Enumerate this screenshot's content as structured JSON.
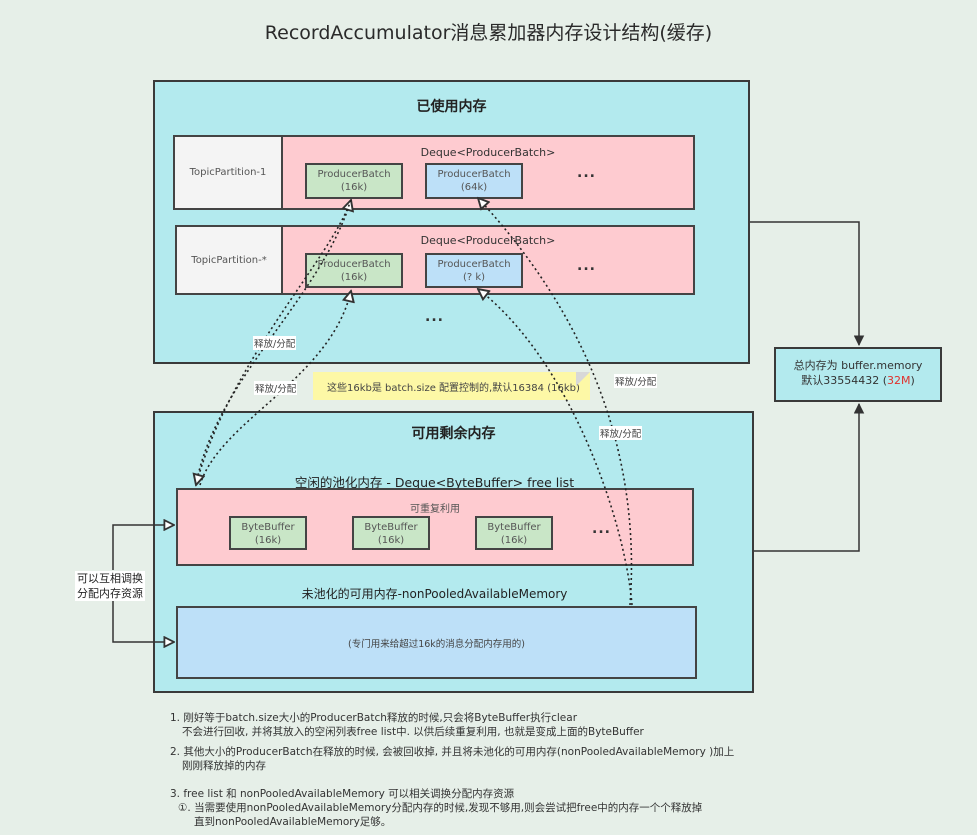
{
  "title": "RecordAccumulator消息累加器内存设计结构(缓存)",
  "used_memory": {
    "title": "已使用内存",
    "partitions": [
      {
        "name": "TopicPartition-1",
        "deque_label": "Deque<ProducerBatch>",
        "batches": [
          {
            "label": "ProducerBatch",
            "size": "(16k)",
            "color": "green"
          },
          {
            "label": "ProducerBatch",
            "size": "(64k)",
            "color": "blue"
          }
        ],
        "more": "..."
      },
      {
        "name": "TopicPartition-*",
        "deque_label": "Deque<ProducerBatch>",
        "batches": [
          {
            "label": "ProducerBatch",
            "size": "(16k)",
            "color": "green"
          },
          {
            "label": "ProducerBatch",
            "size": "(? k)",
            "color": "blue"
          }
        ],
        "more": "..."
      }
    ],
    "more": "..."
  },
  "note": "这些16kb是 batch.size 配置控制的,默认16384 (16kb)",
  "edge_labels": [
    "释放/分配",
    "释放/分配",
    "释放/分配",
    "释放/分配"
  ],
  "total_memory": {
    "line1": "总内存为 buffer.memory",
    "line2_prefix": "默认33554432 (",
    "line2_highlight": "32M",
    "line2_suffix": ")",
    "highlight_color": "#e0302c"
  },
  "available_memory": {
    "title": "可用剩余内存",
    "free_list": {
      "title": "空闲的池化内存 - Deque<ByteBuffer> free list",
      "inner_label": "可重复利用",
      "buffers": [
        {
          "label": "ByteBuffer",
          "size": "(16k)"
        },
        {
          "label": "ByteBuffer",
          "size": "(16k)"
        },
        {
          "label": "ByteBuffer",
          "size": "(16k)"
        }
      ],
      "more": "..."
    },
    "non_pooled": {
      "title": "未池化的可用内存-nonPooledAvailableMemory",
      "description": "(专门用来给超过16k的消息分配内存用的)"
    }
  },
  "swap_label": {
    "line1": "可以互相调换",
    "line2": "分配内存资源"
  },
  "notes": [
    {
      "line1": "1. 刚好等于batch.size大小的ProducerBatch释放的时候,只会将ByteBuffer执行clear",
      "line2": "不会进行回收, 并将其放入的空闲列表free list中. 以供后续重复利用, 也就是变成上面的ByteBuffer"
    },
    {
      "line1": "2. 其他大小的ProducerBatch在释放的时候, 会被回收掉, 并且将未池化的可用内存(nonPooledAvailableMemory )加上",
      "line2": "刚刚释放掉的内存"
    },
    {
      "line1": "3. free list 和 nonPooledAvailableMemory 可以相关调换分配内存资源",
      "sub1": "①. 当需要使用nonPooledAvailableMemory分配内存的时候,发现不够用,则会尝试把free中的内存一个个释放掉",
      "sub2": "直到nonPooledAvailableMemory足够。"
    }
  ]
}
